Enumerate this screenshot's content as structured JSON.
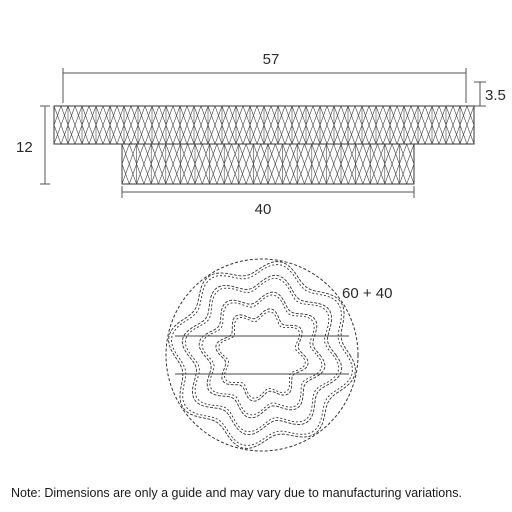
{
  "side_view": {
    "width_top": "57",
    "width_bottom": "40",
    "height_total": "12",
    "height_tier": "3.5"
  },
  "plan_view": {
    "label": "60 + 40"
  },
  "note": "Note: Dimensions are only a guide and may vary due to manufacturing variations."
}
